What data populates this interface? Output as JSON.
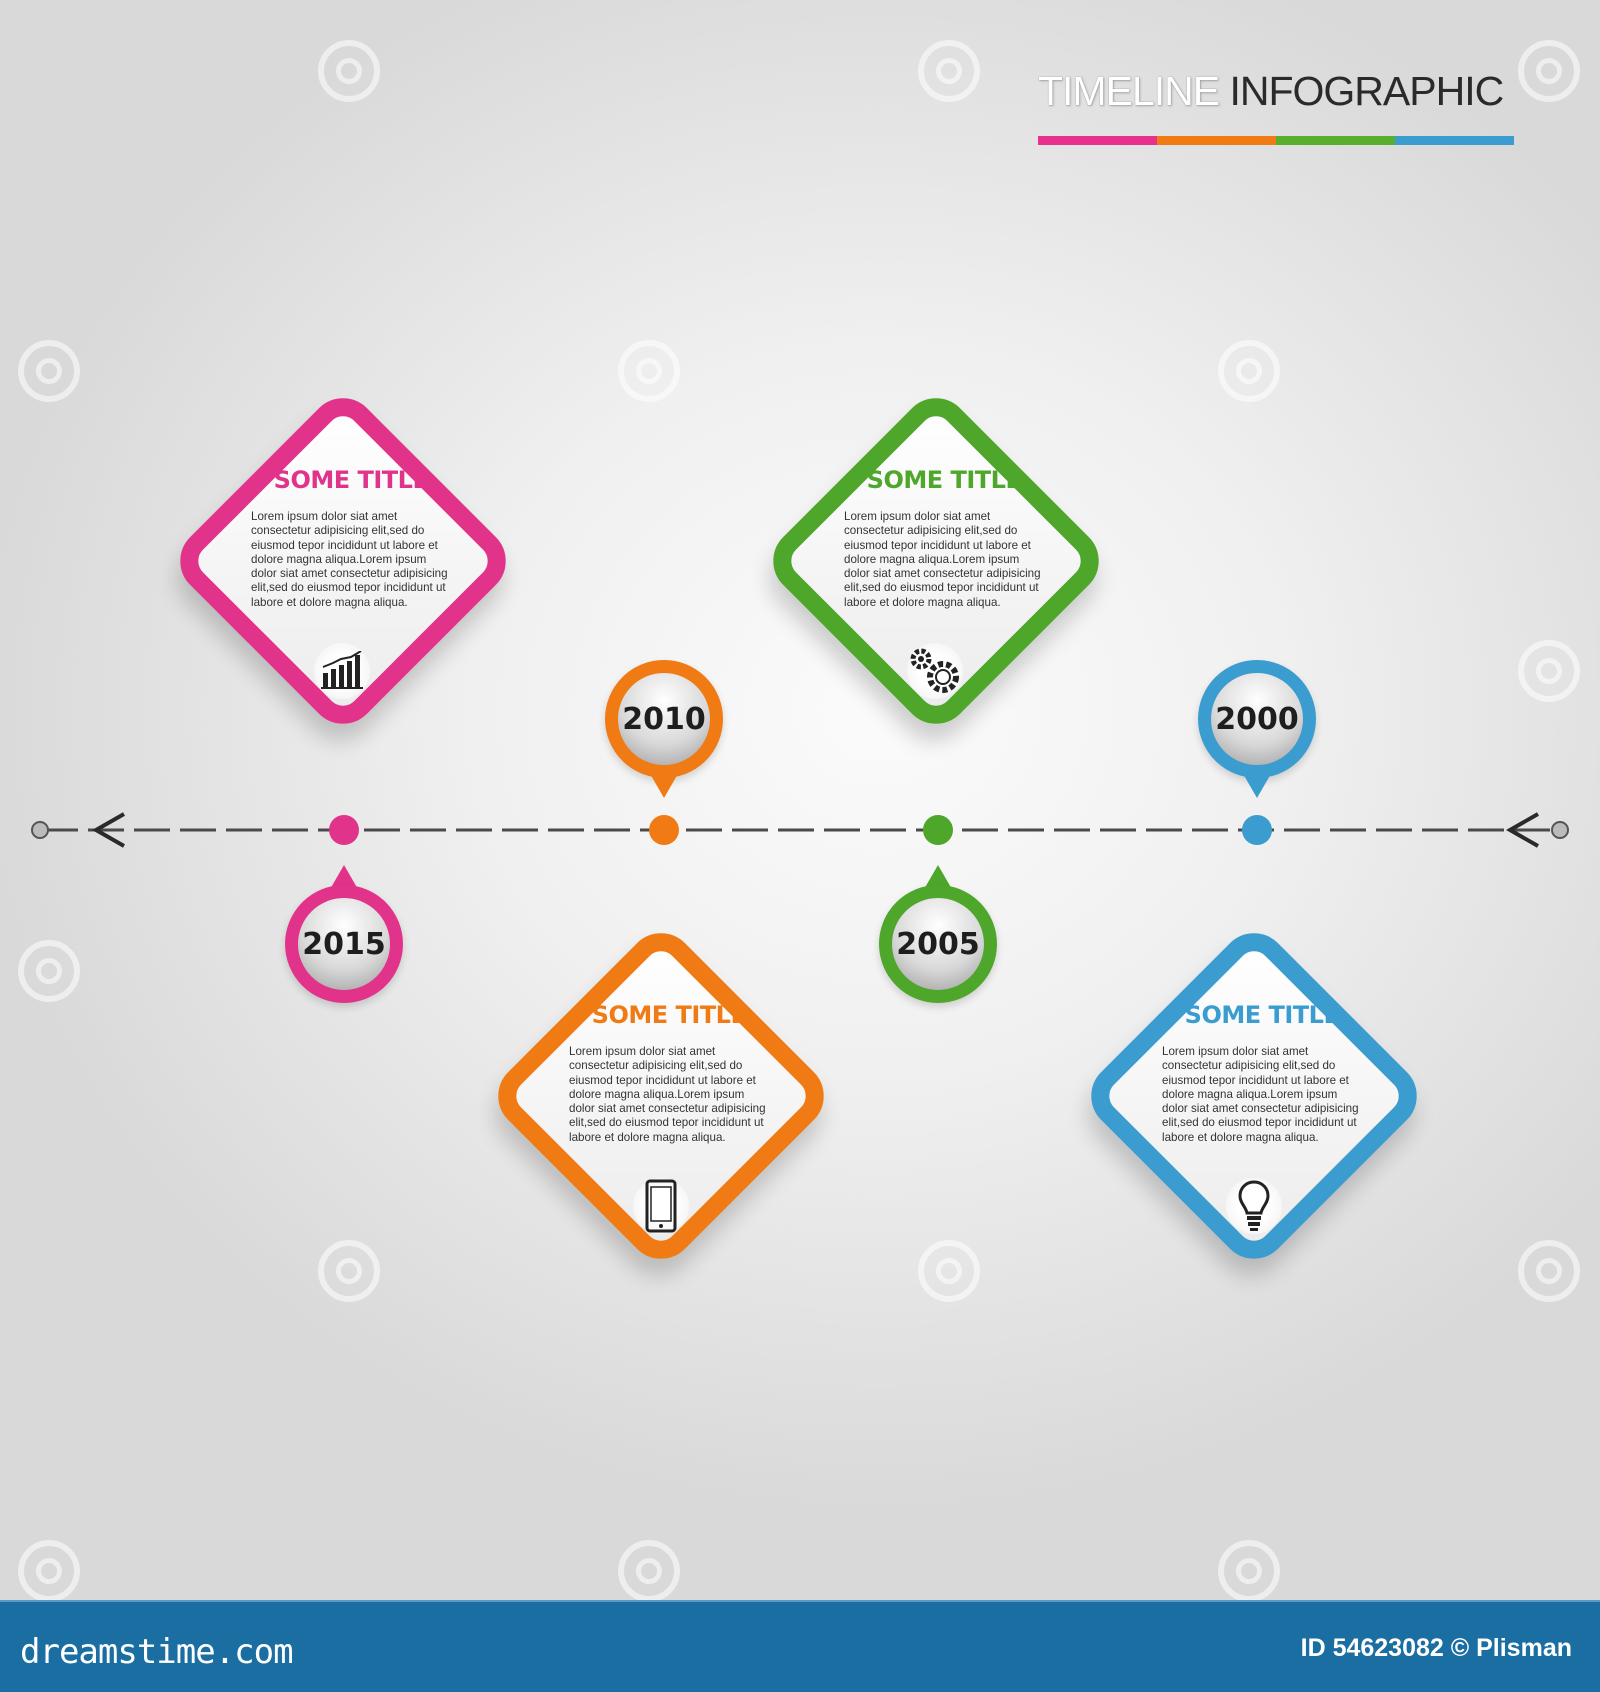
{
  "header": {
    "title_part1": "TIMELINE",
    "title_part2": " INFOGRAPHIC",
    "bar_colors": [
      "#e8308d",
      "#f07a13",
      "#5aae2e",
      "#3b9ccf"
    ]
  },
  "cards": [
    {
      "title": "SOME TITLE",
      "text": "Lorem ipsum dolor siat amet consectetur adipisicing elit,sed do eiusmod tepor incididunt ut labore et dolore magna aliqua.Lorem ipsum dolor siat amet consectetur adipisicing elit,sed do eiusmod tepor incididunt ut labore et dolore magna aliqua.",
      "color": "#e2338b",
      "icon": "bar-chart-icon"
    },
    {
      "title": "SOME TITLE",
      "text": "Lorem ipsum dolor siat amet consectetur adipisicing elit,sed do eiusmod tepor incididunt ut labore et dolore magna aliqua.Lorem ipsum dolor siat amet consectetur adipisicing elit,sed do eiusmod tepor incididunt ut labore et dolore magna aliqua.",
      "color": "#f07a13",
      "icon": "smartphone-icon"
    },
    {
      "title": "SOME TITLE",
      "text": "Lorem ipsum dolor siat amet consectetur adipisicing elit,sed do eiusmod tepor incididunt ut labore et dolore magna aliqua.Lorem ipsum dolor siat amet consectetur adipisicing elit,sed do eiusmod tepor incididunt ut labore et dolore magna aliqua.",
      "color": "#4ea62b",
      "icon": "gears-icon"
    },
    {
      "title": "SOME TITLE",
      "text": "Lorem ipsum dolor siat amet consectetur adipisicing elit,sed do eiusmod tepor incididunt ut labore et dolore magna aliqua.Lorem ipsum dolor siat amet consectetur adipisicing elit,sed do eiusmod tepor incididunt ut labore et dolore magna aliqua.",
      "color": "#3b9ccf",
      "icon": "lightbulb-icon"
    }
  ],
  "years": [
    "2015",
    "2010",
    "2005",
    "2000"
  ],
  "footer": {
    "site": "dreamstime.com",
    "credit": "ID 54623082 © Plisman"
  }
}
